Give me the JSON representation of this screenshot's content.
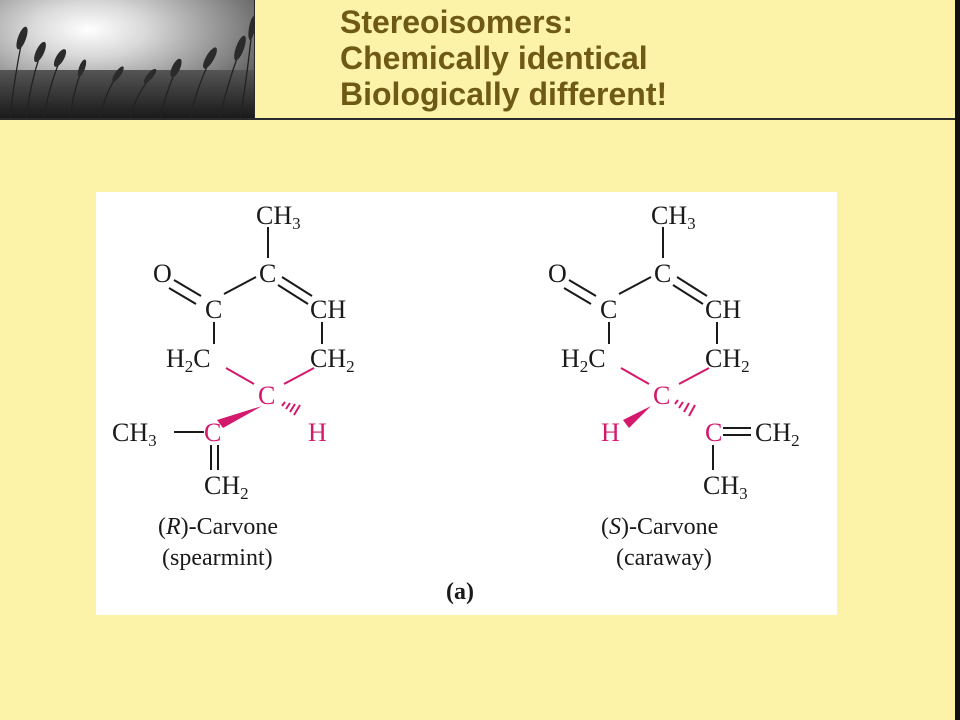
{
  "title": {
    "line1": "Stereoisomers:",
    "line2": "Chemically identical",
    "line3": "Biologically different!"
  },
  "figure": {
    "left_molecule": {
      "stereo_label": "R",
      "name": "-Carvone",
      "common": "(spearmint)"
    },
    "right_molecule": {
      "stereo_label": "S",
      "name": "-Carvone",
      "common": "(caraway)"
    },
    "panel_label": "(a)",
    "atoms": {
      "CH": "CH",
      "C": "C",
      "O": "O",
      "H": "H",
      "H2": "H",
      "sub3": "3",
      "sub2": "2"
    }
  },
  "colors": {
    "background": "#fdf3a8",
    "title": "#6e5a14",
    "stereocenter": "#d4186c"
  }
}
